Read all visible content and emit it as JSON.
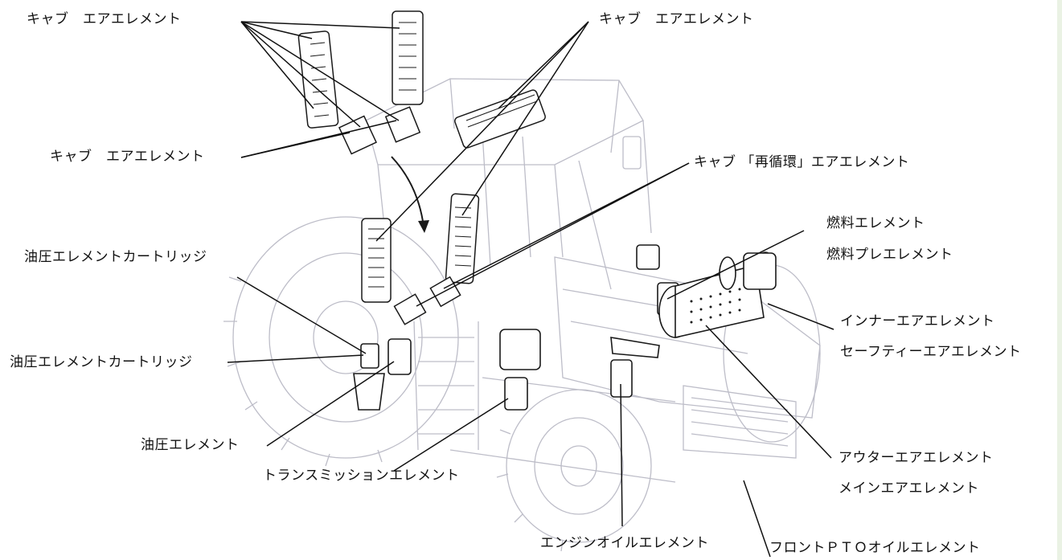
{
  "labels": {
    "cab_air_element_top_left": "キャブ　エアエレメント",
    "cab_air_element_top_right": "キャブ　エアエレメント",
    "cab_air_element_mid_left": "キャブ　エアエレメント",
    "cab_recirc_air_element": "キャブ 「再循環」エアエレメント",
    "fuel_element": "燃料エレメント",
    "fuel_pre_element": "燃料プレエレメント",
    "hydraulic_cartridge_upper": "油圧エレメントカートリッジ",
    "hydraulic_cartridge_lower": "油圧エレメントカートリッジ",
    "inner_air_element": "インナーエアエレメント",
    "safety_air_element": "セーフティーエアエレメント",
    "hydraulic_element": "油圧エレメント",
    "transmission_element": "トランスミッションエレメント",
    "outer_air_element": "アウターエアエレメント",
    "main_air_element": "メインエアエレメント",
    "engine_oil_element": "エンジンオイルエレメント",
    "front_pto_oil_element": "フロントＰＴＯオイルエレメント"
  },
  "colors": {
    "tractor_outline": "#b9b9c4",
    "part_outline": "#1a1a1a",
    "leader_line": "#111111"
  }
}
